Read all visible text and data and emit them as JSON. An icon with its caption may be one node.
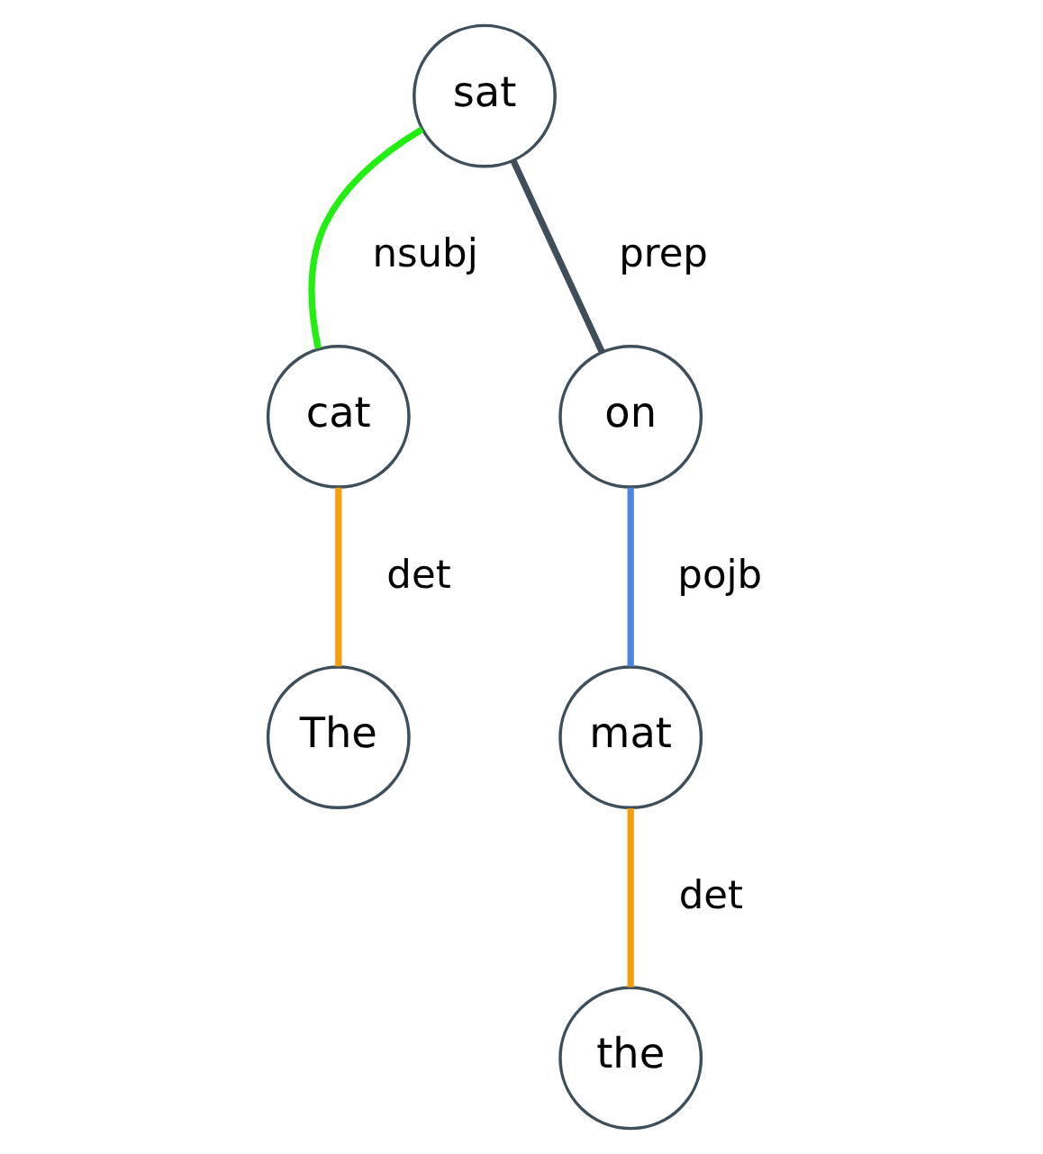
{
  "diagram": {
    "nodes": [
      {
        "text": [
          "sat"
        ]
      },
      {
        "text": [
          "cat"
        ]
      },
      {
        "text": [
          "on"
        ]
      },
      {
        "text": [
          "The"
        ]
      },
      {
        "text": [
          "mat"
        ]
      },
      {
        "text": [
          "the"
        ]
      }
    ],
    "edges": [
      {
        "from": 0,
        "to": 1,
        "arrow": "none",
        "label": "nsubj",
        "color": "#22ee11"
      },
      {
        "from": 0,
        "to": 2,
        "arrow": "none",
        "label": "prep",
        "color": "#3f4f5a"
      },
      {
        "from": 1,
        "to": 3,
        "arrow": "none",
        "label": "det"
      },
      {
        "from": 2,
        "to": 4,
        "arrow": "none",
        "label": "pojb",
        "color": "#4a86e8"
      },
      {
        "from": 4,
        "to": 5,
        "arrow": "none",
        "label": "det"
      }
    ]
  }
}
